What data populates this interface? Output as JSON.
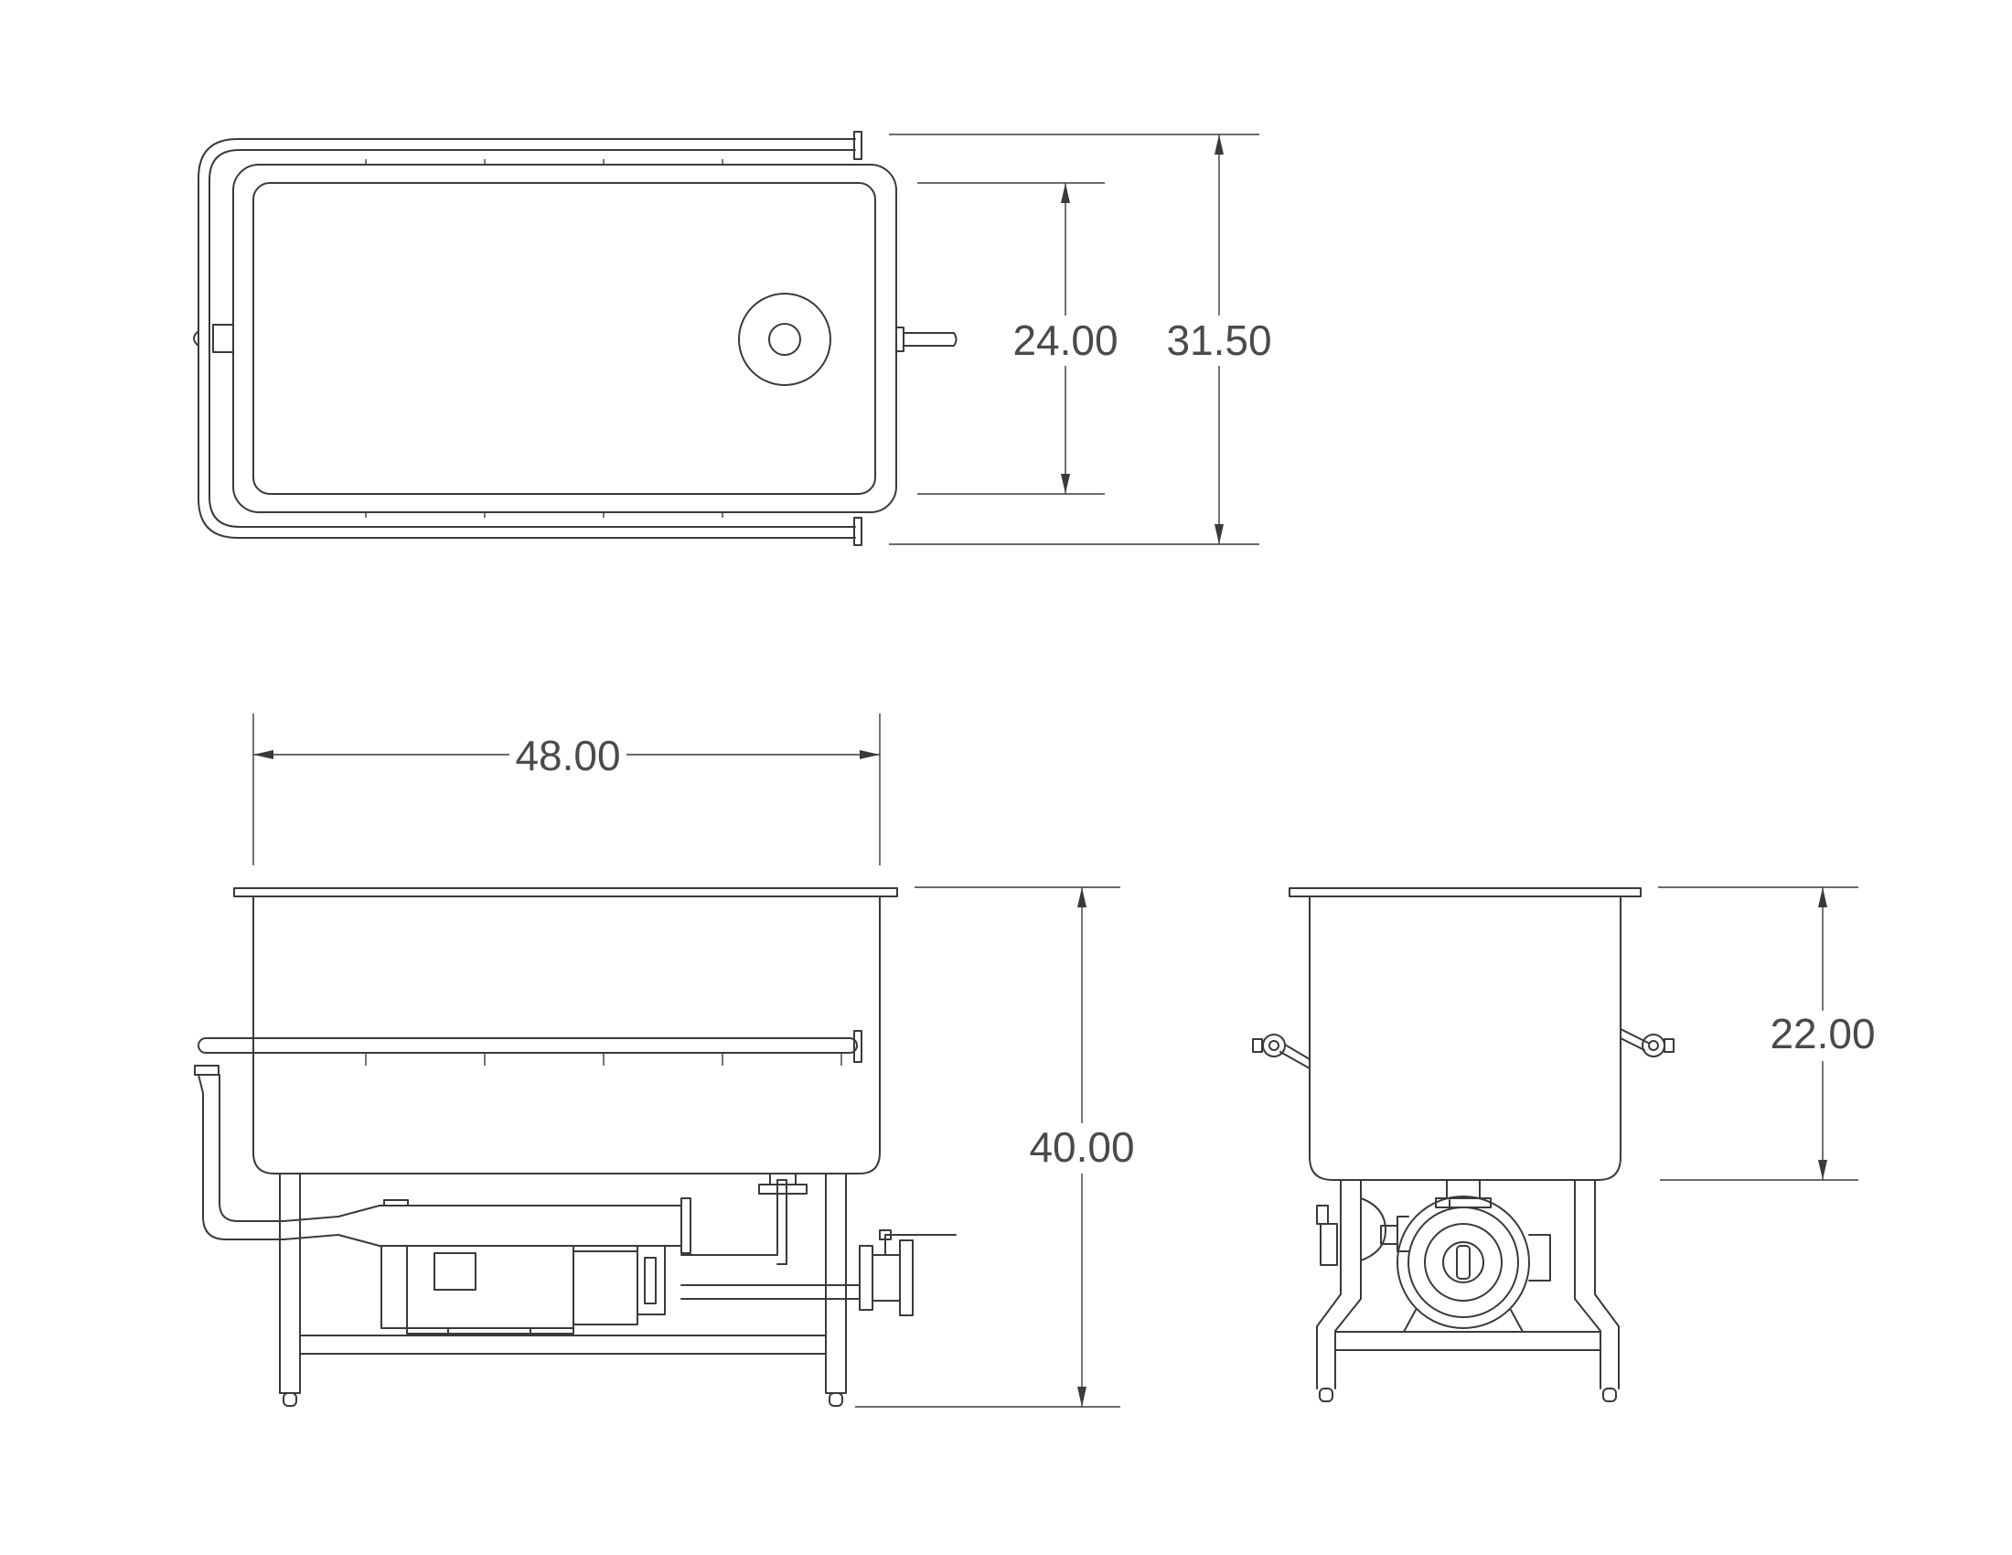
{
  "drawing": {
    "views": [
      "top-view",
      "front-view",
      "side-view"
    ]
  },
  "dimensions": {
    "top_inner_width": "24.00",
    "top_overall_width": "31.50",
    "front_length": "48.00",
    "front_height": "40.00",
    "side_tank_height": "22.00"
  },
  "colors": {
    "line": "#3a3a3a",
    "text": "#4a4a4a",
    "background": "#ffffff"
  }
}
